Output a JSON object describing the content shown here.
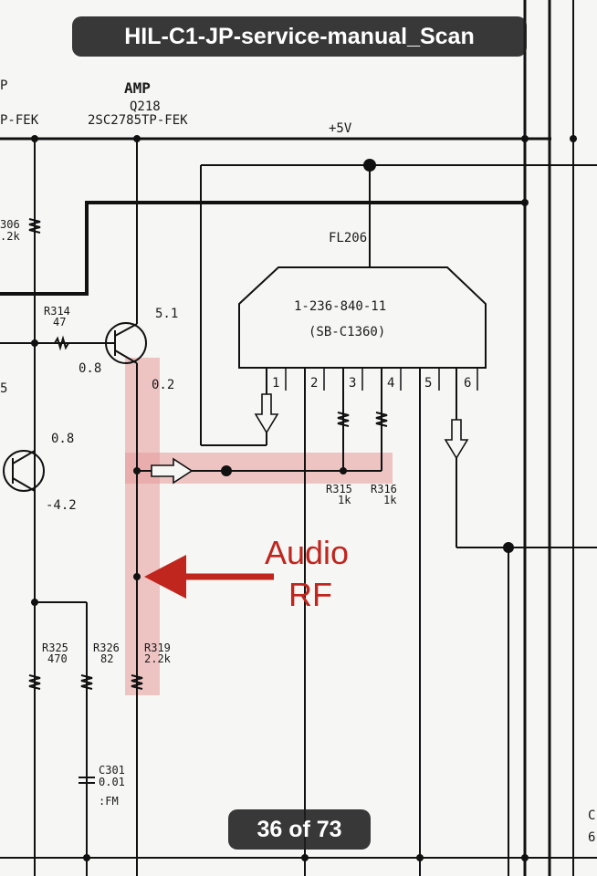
{
  "viewer": {
    "document_title": "HIL-C1-JP-service-manual_Scan",
    "page_indicator": "36 of 73"
  },
  "schematic": {
    "top_left_frag1": "P",
    "top_left_frag2": "P-FEK",
    "amp_label": "AMP",
    "transistor_ref": "Q218",
    "transistor_part": "2SC2785TP-FEK",
    "supply": "+5V",
    "filter_ref": "FL206",
    "filter_part": "1-236-840-11",
    "filter_model": "(SB-C1360)",
    "pins": [
      "1",
      "2",
      "3",
      "4",
      "5",
      "6"
    ],
    "r306": "306",
    "r306_val": ".2k",
    "r314": "R314",
    "r314_val": "47",
    "v_base": "0.8",
    "v_collector": "5.1",
    "v_emitter": "0.2",
    "v_q2_col": "0.8",
    "v_q2_emit": "-4.2",
    "r315": "R315",
    "r315_val": "1k",
    "r316": "R316",
    "r316_val": "1k",
    "r325": "R325",
    "r325_val": "470",
    "r326": "R326",
    "r326_val": "82",
    "r319": "R319",
    "r319_val": "2.2k",
    "c301": "C301",
    "c301_val": "0.01",
    "c301_note": ":FM",
    "left_edge_5": "5",
    "right_edge_c": "C",
    "right_edge_6": "6"
  },
  "annotation": {
    "line1": "Audio",
    "line2": "RF",
    "color": "#c0251e",
    "highlight": "#e89a9a"
  }
}
